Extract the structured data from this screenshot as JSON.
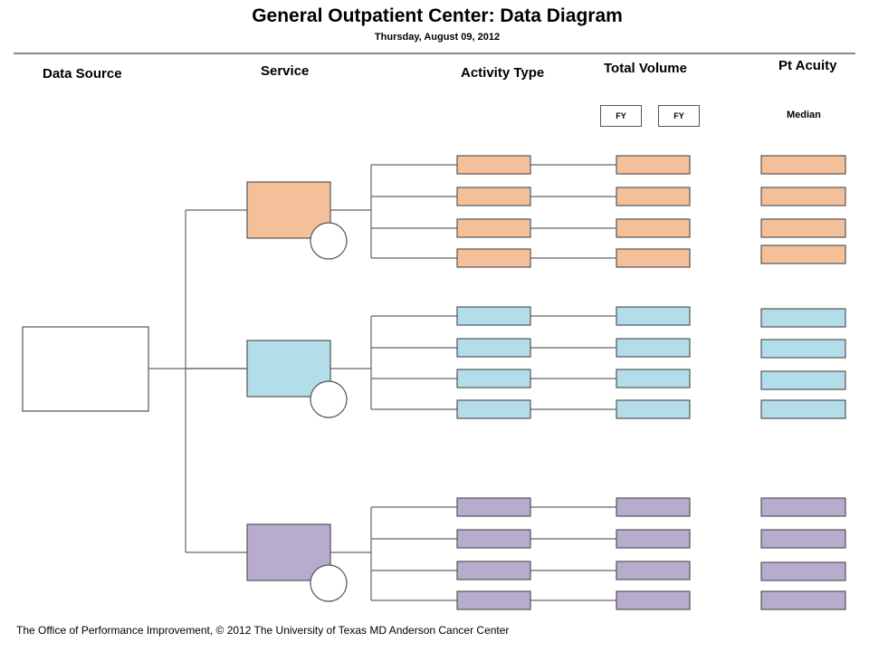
{
  "title": "General Outpatient Center: Data Diagram",
  "subtitle": "Thursday, August 09, 2012",
  "headers": {
    "data_source": "Data Source",
    "service": "Service",
    "activity_type": "Activity Type",
    "total_volume": "Total Volume",
    "pt_acuity": "Pt Acuity"
  },
  "fy_labels": [
    "FY",
    "FY"
  ],
  "median_label": "Median",
  "footer": "The Office of Performance Improvement, © 2012 The University of Texas MD Anderson Cancer Center",
  "colors": {
    "orange": "#f4c09a",
    "blue": "#b3dde8",
    "purple": "#b7abce",
    "border": "#555555",
    "line": "#666666"
  },
  "groups": [
    {
      "color": "orange",
      "rows": 4
    },
    {
      "color": "blue",
      "rows": 4
    },
    {
      "color": "purple",
      "rows": 4
    }
  ]
}
